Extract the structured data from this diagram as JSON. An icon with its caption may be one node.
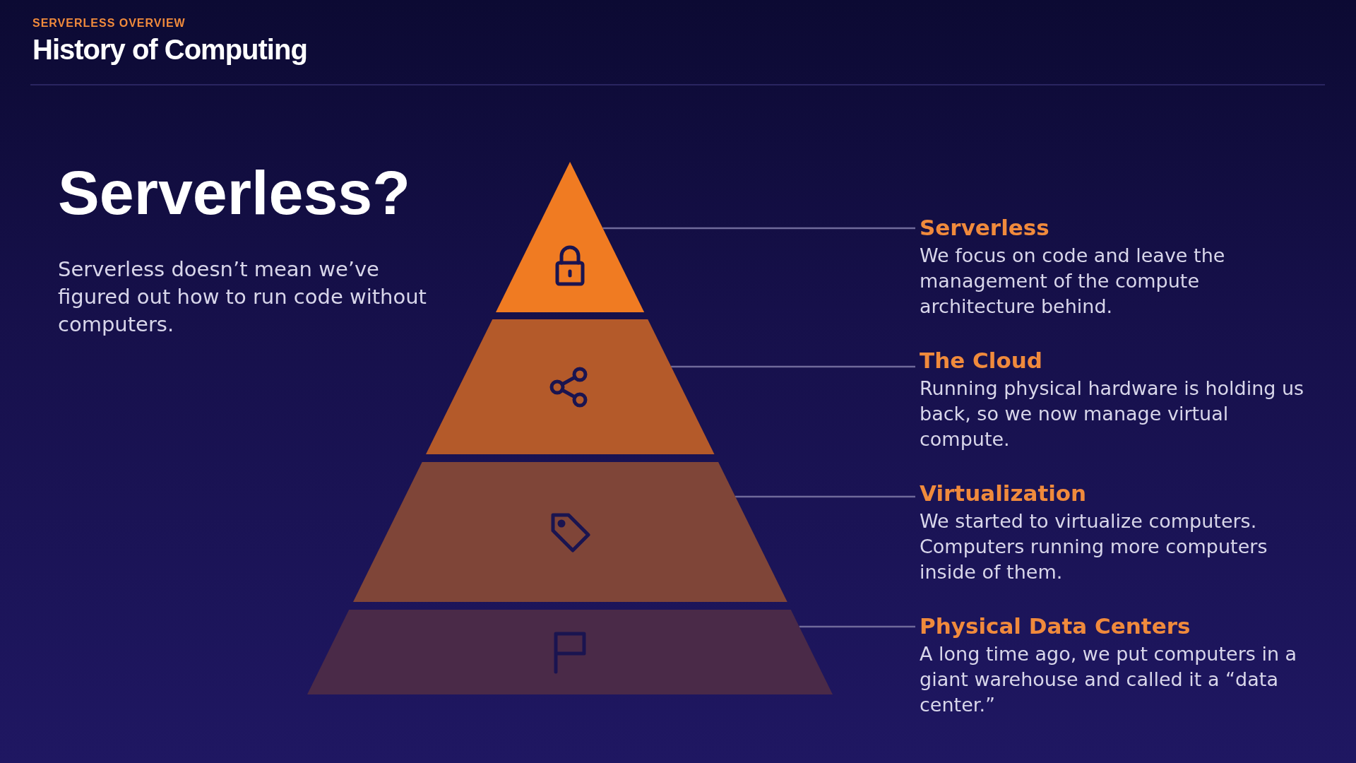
{
  "diagram": {
    "title": "History of Computing",
    "nodes": [
      {
        "text": [],
        "shape": "triangle"
      },
      {
        "text": [],
        "shape": "trapezoid"
      },
      {
        "text": [],
        "shape": "trapezoid"
      },
      {
        "text": [],
        "shape": "trapezoid"
      },
      {
        "text": [
          "Serverless",
          "We focus on code and leave the management of the compute architecture behind."
        ]
      },
      {
        "text": [
          "The Cloud",
          "Running physical hardware is holding us back, so we now manage virtual compute."
        ]
      },
      {
        "text": [
          "Virtualization",
          "We started to virtualize computers. Computers running more computers inside of them."
        ]
      },
      {
        "text": [
          "Physical Data Centers",
          "A long time ago, we put computers in a giant warehouse and called it a “data center.”"
        ]
      }
    ],
    "edges": [
      {
        "from": 4,
        "to": 0,
        "arrow": "none"
      },
      {
        "from": 5,
        "to": 1,
        "arrow": "none"
      },
      {
        "from": 6,
        "to": 2,
        "arrow": "none"
      },
      {
        "from": 7,
        "to": 3,
        "arrow": "none"
      }
    ],
    "labels": [
      "SERVERLESS OVERVIEW",
      "Serverless?",
      "Serverless doesn’t mean we’ve figured out how to run code without computers."
    ]
  }
}
